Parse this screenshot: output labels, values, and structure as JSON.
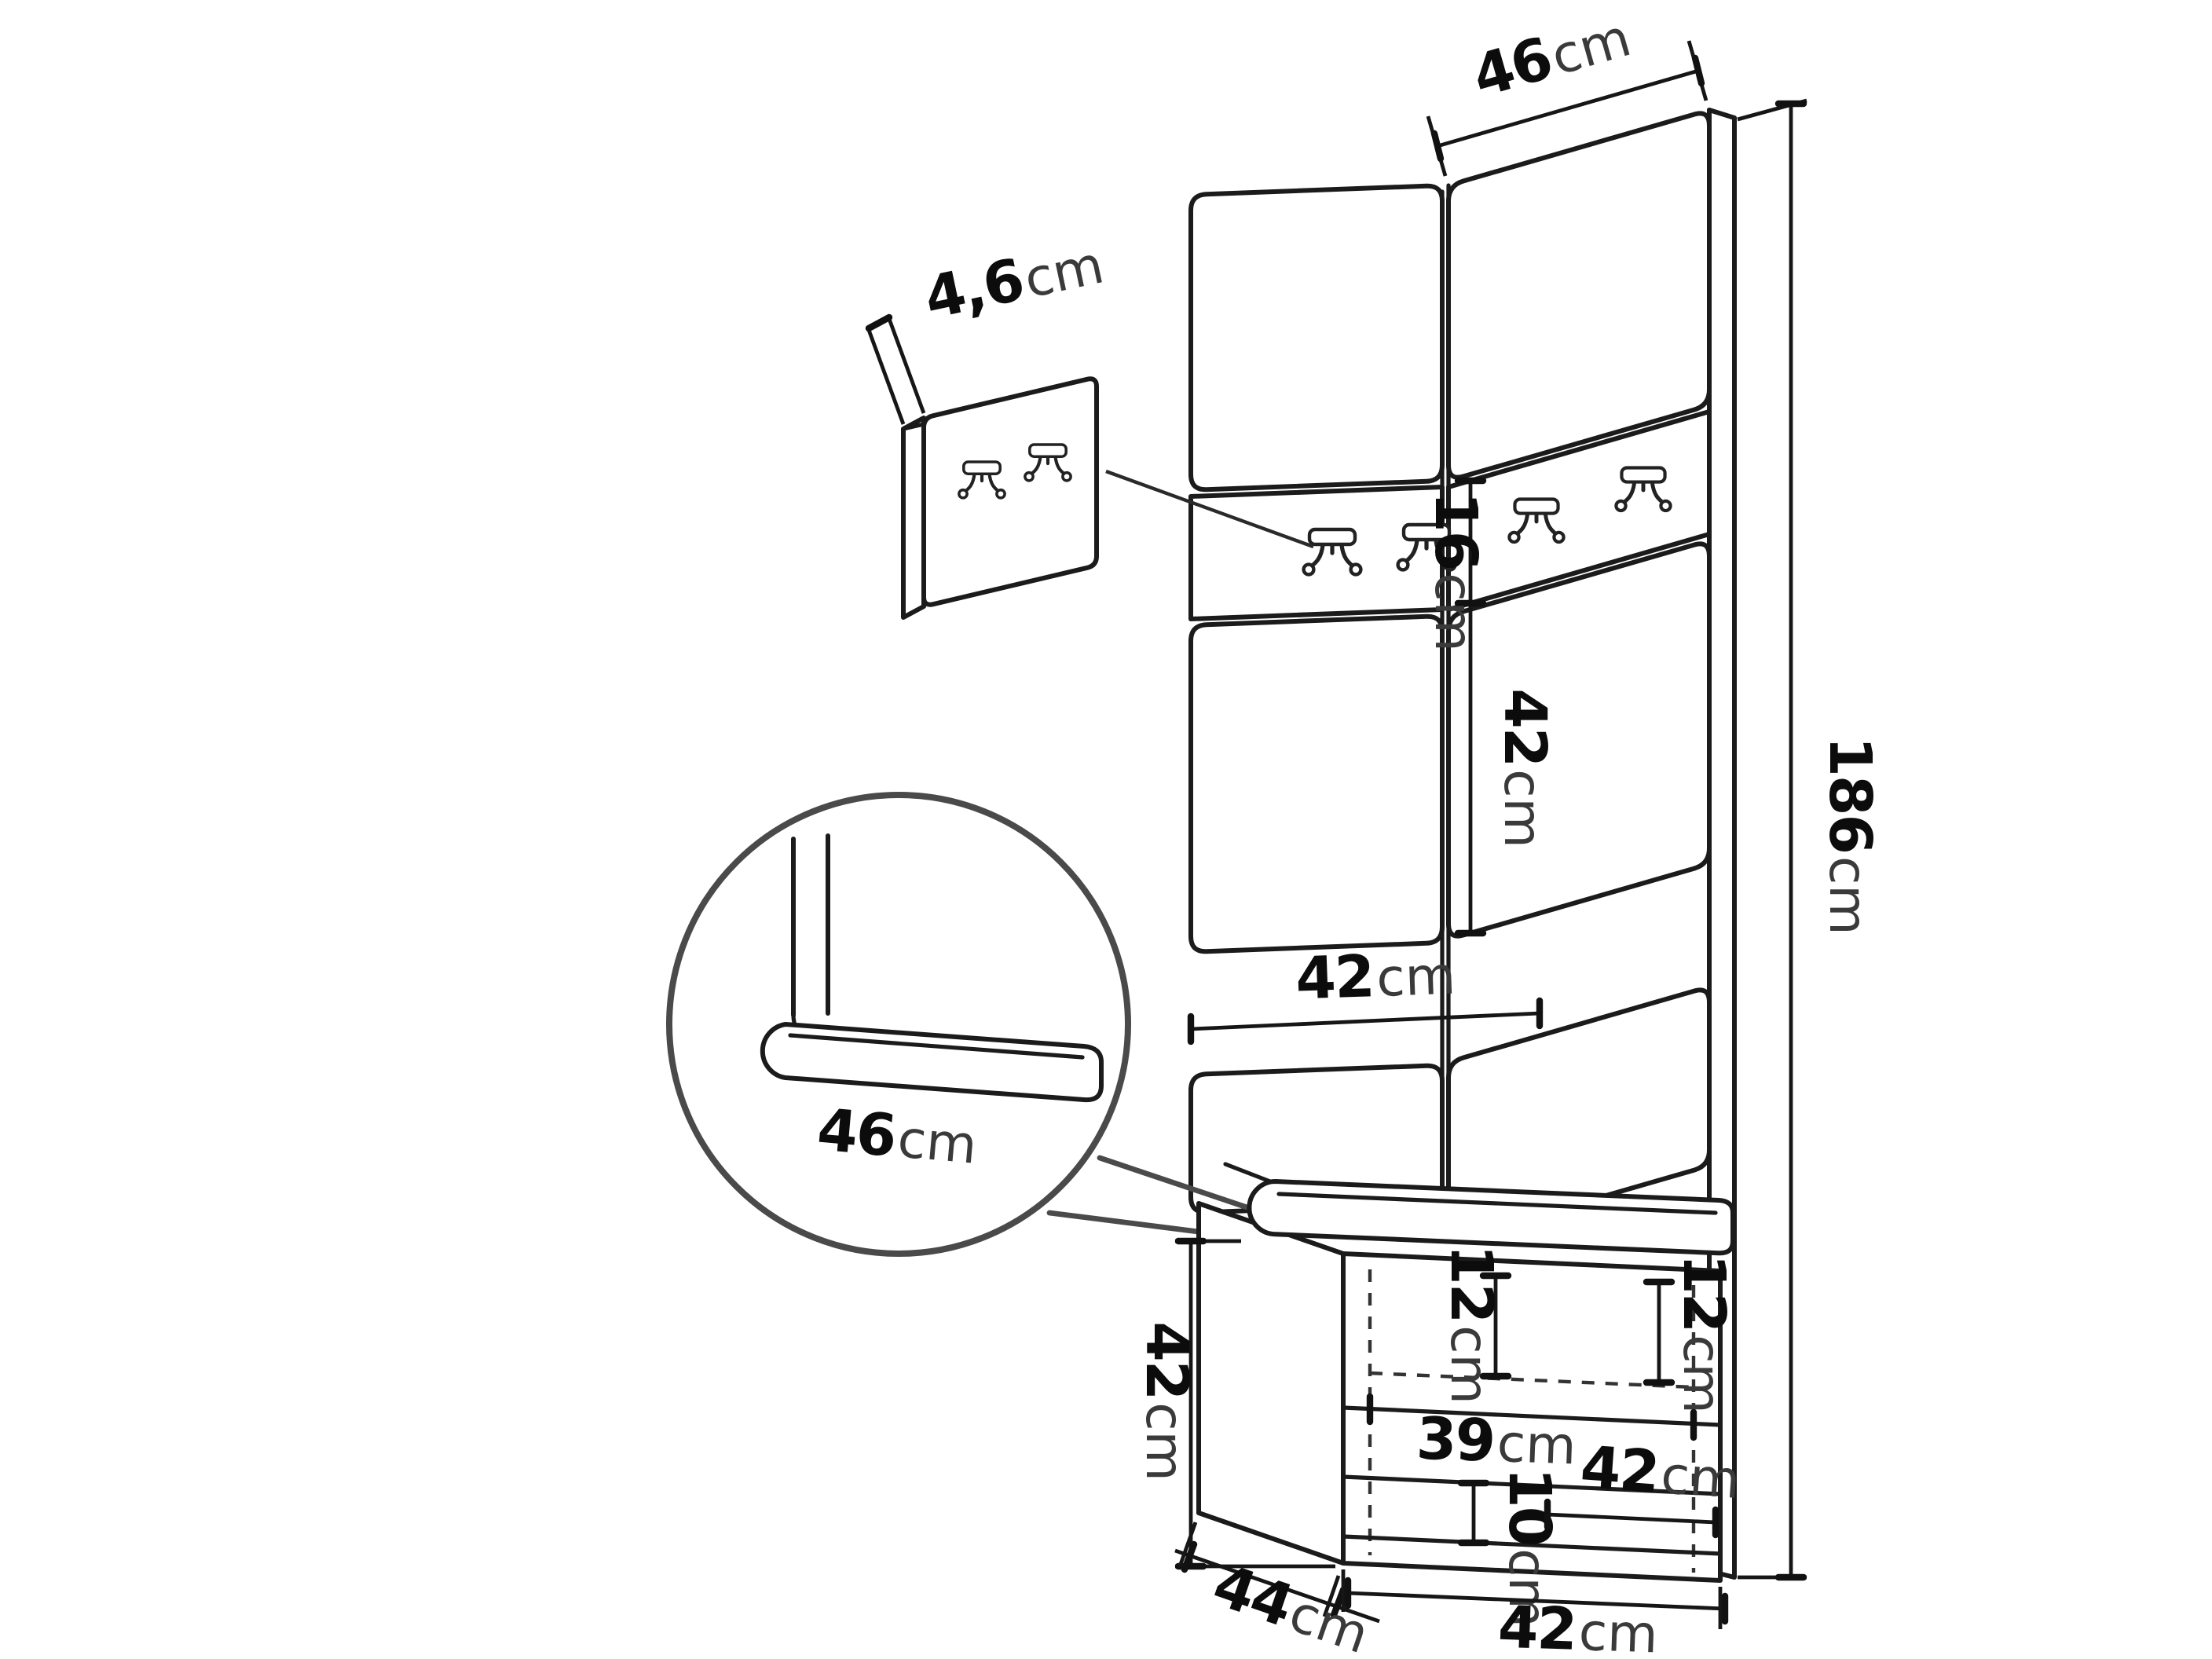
{
  "diagram": {
    "type": "furniture-dimension-drawing",
    "subject": "hallway-set-panels-hooks-and-bench",
    "unit": "cm",
    "colors": {
      "background": "#ffffff",
      "line": "#1b1b1b",
      "dim_text": "#0c0c0c",
      "unit_text": "#3a3a3a",
      "detail_stroke": "#4a4a4a"
    },
    "labels": {
      "top_panel_width": {
        "value": "46",
        "unit": "cm"
      },
      "hook_panel_thickness": {
        "value": "4,6",
        "unit": "cm"
      },
      "hook_rail_height": {
        "value": "16",
        "unit": "cm"
      },
      "wall_panel_height": {
        "value": "42",
        "unit": "cm"
      },
      "wall_panel_width": {
        "value": "42",
        "unit": "cm"
      },
      "total_height": {
        "value": "186",
        "unit": "cm"
      },
      "seat_depth_detail": {
        "value": "46",
        "unit": "cm"
      },
      "bench_height": {
        "value": "42",
        "unit": "cm"
      },
      "compartment_left_height": {
        "value": "12",
        "unit": "cm"
      },
      "compartment_right_height": {
        "value": "12",
        "unit": "cm"
      },
      "inner_width": {
        "value": "39",
        "unit": "cm"
      },
      "base_height": {
        "value": "10",
        "unit": "cm"
      },
      "inner_bottom_width": {
        "value": "42",
        "unit": "cm"
      },
      "bench_depth": {
        "value": "44",
        "unit": "cm"
      },
      "bench_width": {
        "value": "42",
        "unit": "cm"
      }
    }
  }
}
